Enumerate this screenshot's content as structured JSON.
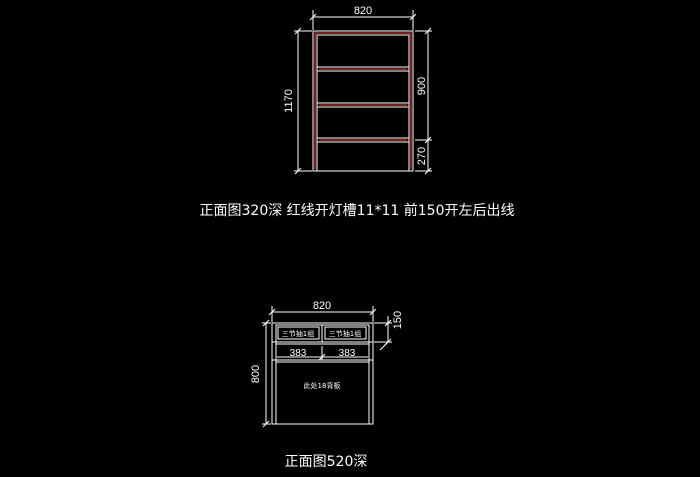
{
  "upper": {
    "width_dim": "820",
    "height_dim": "1170",
    "right_dim_top": "900",
    "right_dim_bottom": "270",
    "caption": "正面图320深  红线开灯槽11*11  前150开左后出线"
  },
  "lower": {
    "width_dim": "820",
    "height_dim": "800",
    "right_dim": "150",
    "drawer_left_label": "三节抽1组",
    "drawer_right_label": "三节抽1组",
    "left_width_dim": "383",
    "right_width_dim": "383",
    "back_panel_note": "此处18背板",
    "caption": "正面图520深"
  },
  "colors": {
    "background": "#000000",
    "outline": "#ffffff",
    "light_slot": "#e8453c",
    "dim_line": "#ffffff"
  }
}
